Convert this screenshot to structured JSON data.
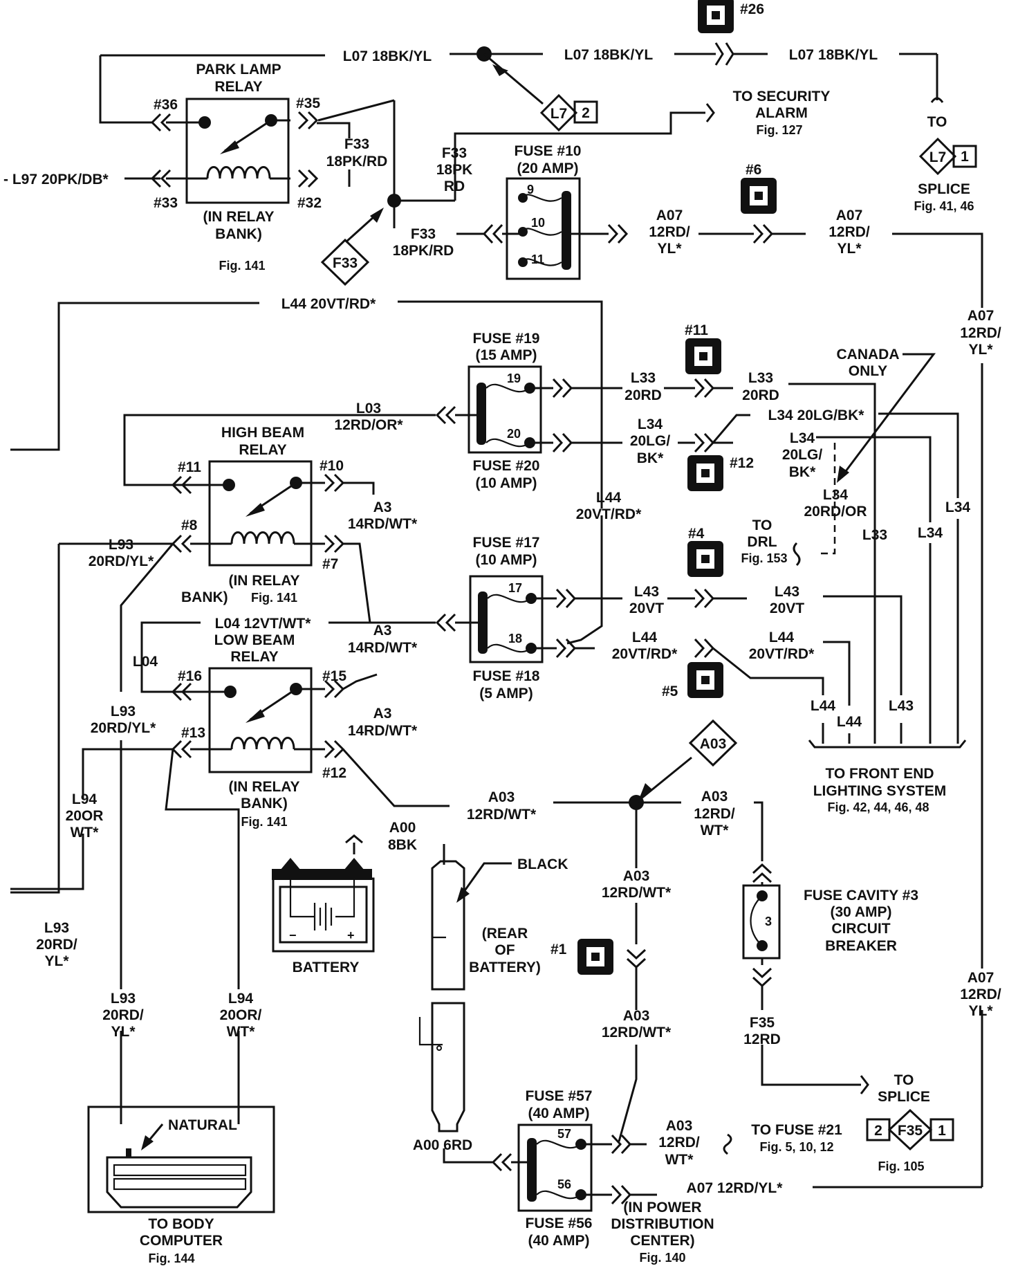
{
  "relays": {
    "park_lamp": {
      "title1": "PARK LAMP",
      "title2": "RELAY",
      "sub1": "(IN RELAY",
      "sub2": "BANK)",
      "fig": "Fig. 141",
      "pins": [
        "#36",
        "#35",
        "#33",
        "#32"
      ]
    },
    "high_beam": {
      "title1": "HIGH BEAM",
      "title2": "RELAY",
      "sub1": "(IN RELAY",
      "sub2": "BANK)",
      "fig": "Fig. 141",
      "pins": [
        "#11",
        "#10",
        "#8",
        "#7"
      ]
    },
    "low_beam": {
      "title1": "LOW BEAM",
      "title2": "RELAY",
      "sub1": "(IN RELAY",
      "sub2": "BANK)",
      "fig": "Fig. 141",
      "pins": [
        "#16",
        "#15",
        "#13",
        "#12"
      ]
    }
  },
  "fuses": {
    "f10": {
      "l1": "FUSE #10",
      "l2": "(20 AMP)",
      "pins": [
        "9",
        "10",
        "11"
      ]
    },
    "f19": {
      "l1": "FUSE #19",
      "l2": "(15 AMP)",
      "pin": "19"
    },
    "f20": {
      "l1": "FUSE #20",
      "l2": "(10 AMP)",
      "pin": "20"
    },
    "f17": {
      "l1": "FUSE #17",
      "l2": "(10 AMP)",
      "pin": "17"
    },
    "f18": {
      "l1": "FUSE #18",
      "l2": "(5 AMP)",
      "pin": "18"
    },
    "f57": {
      "l1": "FUSE #57",
      "l2": "(40 AMP)",
      "pin": "57"
    },
    "f56": {
      "l1": "FUSE #56",
      "l2": "(40 AMP)",
      "pin": "56"
    },
    "cavity3": {
      "l1": "FUSE CAVITY #3",
      "l2": "(30 AMP)",
      "l3": "CIRCUIT",
      "l4": "BREAKER",
      "pin": "3"
    }
  },
  "connectors": {
    "c26": "#26",
    "c6": "#6",
    "c11": "#11",
    "c12": "#12",
    "c4": "#4",
    "c5": "#5",
    "c1": "#1"
  },
  "splices": {
    "l7a": "L7",
    "l7a_n": "2",
    "l7b": "L7",
    "l7b_n": "1",
    "f33": "F33",
    "a03": "A03",
    "f35": "F35",
    "f35_l": "2",
    "f35_r": "1"
  },
  "wires": {
    "l07_a": "L07 18BK/YL",
    "l07_b": "L07 18BK/YL",
    "l07_c": "L07 18BK/YL",
    "l97": "- L97 20PK/DB*",
    "f33_a1": "F33",
    "f33_a2": "18PK/RD",
    "f33_b1": "F33",
    "f33_b2": "18PK",
    "f33_b3": "RD",
    "f33_c1": "F33",
    "f33_c2": "18PK/RD",
    "a07_a1": "A07",
    "a07_a2": "12RD/",
    "a07_a3": "YL*",
    "a07_b1": "A07",
    "a07_b2": "12RD/",
    "a07_b3": "YL*",
    "a07_c1": "A07",
    "a07_c2": "12RD/",
    "a07_c3": "YL*",
    "a07_d1": "A07",
    "a07_d2": "12RD/",
    "a07_d3": "YL*",
    "a07_e": "A07 12RD/YL*",
    "l44_top": "L44 20VT/RD*",
    "l03_1": "L03",
    "l03_2": "12RD/OR*",
    "l33_a1": "L33",
    "l33_a2": "20RD",
    "l33_b1": "L33",
    "l33_b2": "20RD",
    "l33_v": "L33",
    "l34_a1": "L34",
    "l34_a2": "20LG/",
    "l34_a3": "BK*",
    "l34_b": "L34 20LG/BK*",
    "l34_c1": "L34",
    "l34_c2": "20LG/",
    "l34_c3": "BK*",
    "l34_d1": "L34",
    "l34_d2": "20RD/OR",
    "l34_v1": "L34",
    "l34_v2": "L34",
    "a3_a1": "A3",
    "a3_a2": "14RD/WT*",
    "a3_b1": "A3",
    "a3_b2": "14RD/WT*",
    "a3_c1": "A3",
    "a3_c2": "14RD/WT*",
    "l44_mid1": "L44",
    "l44_mid2": "20VT/RD*",
    "l93_a1": "L93",
    "l93_a2": "20RD/YL*",
    "l93_b1": "L93",
    "l93_b2": "20RD/YL*",
    "l93_c1": "L93",
    "l93_c2": "20RD/",
    "l93_c3": "YL*",
    "l93_d1": "L93",
    "l93_d2": "20RD/",
    "l93_d3": "YL*",
    "l04_1": "L04 12VT/WT*",
    "l04_2": "L04",
    "l43_a1": "L43",
    "l43_a2": "20VT",
    "l43_b1": "L43",
    "l43_b2": "20VT",
    "l43_v": "L43",
    "l44_c1": "L44",
    "l44_c2": "20VT/RD*",
    "l44_d1": "L44",
    "l44_d2": "20VT/RD*",
    "l44_v1": "L44",
    "l44_v2": "L44",
    "l94_a1": "L94",
    "l94_a2": "20OR",
    "l94_a3": "WT*",
    "l94_b1": "L94",
    "l94_b2": "20OR/",
    "l94_b3": "WT*",
    "a03_a1": "A03",
    "a03_a2": "12RD/WT*",
    "a03_b1": "A03",
    "a03_b2": "12RD/",
    "a03_b3": "WT*",
    "a03_c1": "A03",
    "a03_c2": "12RD/WT*",
    "a03_d1": "A03",
    "a03_d2": "12RD/WT*",
    "a03_e1": "A03",
    "a03_e2": "12RD/",
    "a03_e3": "WT*",
    "a00_1": "A00",
    "a00_2": "8BK",
    "a00_3": "A00 6RD",
    "f35_1": "F35",
    "f35_2": "12RD"
  },
  "labels": {
    "security1": "TO SECURITY",
    "security2": "ALARM",
    "security3": "Fig. 127",
    "splice_to": "TO",
    "splice": "SPLICE",
    "splice_fig": "Fig. 41, 46",
    "canada1": "CANADA",
    "canada2": "ONLY",
    "drl1": "TO",
    "drl2": "DRL",
    "drl3": "Fig. 153",
    "front1": "TO FRONT END",
    "front2": "LIGHTING SYSTEM",
    "front3": "Fig. 42, 44, 46, 48",
    "battery": "BATTERY",
    "black": "BLACK",
    "rear1": "(REAR",
    "rear2": "OF",
    "rear3": "BATTERY)",
    "natural": "NATURAL",
    "body1": "TO BODY",
    "body2": "COMPUTER",
    "body3": "Fig. 144",
    "splice2_1": "TO",
    "splice2_2": "SPLICE",
    "splice2_fig": "Fig. 105",
    "fuse21_1": "TO FUSE #21",
    "fuse21_2": "Fig. 5, 10, 12",
    "pdc1": "(IN POWER",
    "pdc2": "DISTRIBUTION",
    "pdc3": "CENTER)",
    "pdc4": "Fig. 140"
  }
}
